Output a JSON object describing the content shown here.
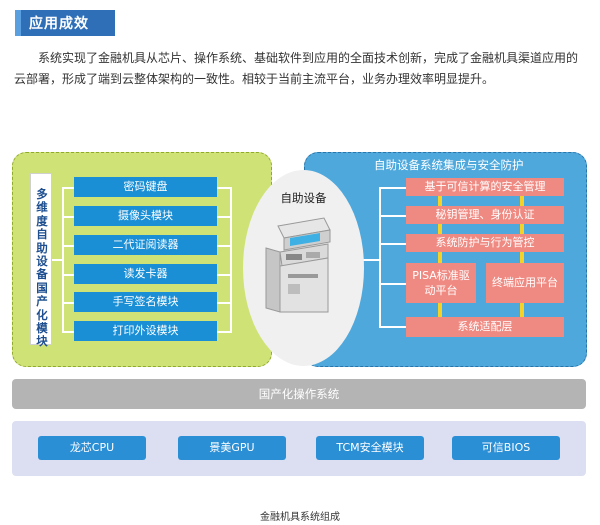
{
  "section": {
    "title": "应用成效"
  },
  "intro": "系统实现了金融机具从芯片、操作系统、基础软件到应用的全面技术创新，完成了金融机具渠道应用的云部署，形成了端到云整体架构的一致性。相较于当前主流平台，业务办理效率明显提升。",
  "left_panel": {
    "title": "多维度自助设备国产化模块",
    "modules": [
      "密码键盘",
      "摄像头模块",
      "二代证阅读器",
      "读发卡器",
      "手写签名模块",
      "打印外设模块"
    ]
  },
  "center": {
    "label": "自助设备"
  },
  "right_panel": {
    "title": "自助设备系统集成与安全防护",
    "layers": {
      "trusted": "基于可信计算的安全管理",
      "key_mgmt": "秘钥管理、身份认证",
      "defense": "系统防护与行为管控",
      "pisa": "PISA标准驱动平台",
      "terminal": "终端应用平台",
      "adapt": "系统适配层"
    }
  },
  "os_layer": "国产化操作系统",
  "hardware": [
    "龙芯CPU",
    "景美GPU",
    "TCM安全模块",
    "可信BIOS"
  ],
  "caption": "金融机具系统组成",
  "colors": {
    "header_blue": "#2f6fb8",
    "left_panel_green": "#cfe276",
    "module_blue": "#1a8fd6",
    "right_panel_blue": "#4fa8dc",
    "security_pink": "#ef8a82",
    "connector_yellow": "#f5d22a",
    "os_gray": "#b4b4b4",
    "hardware_bg": "#dcdff2",
    "chip_blue": "#2b8fd6"
  }
}
